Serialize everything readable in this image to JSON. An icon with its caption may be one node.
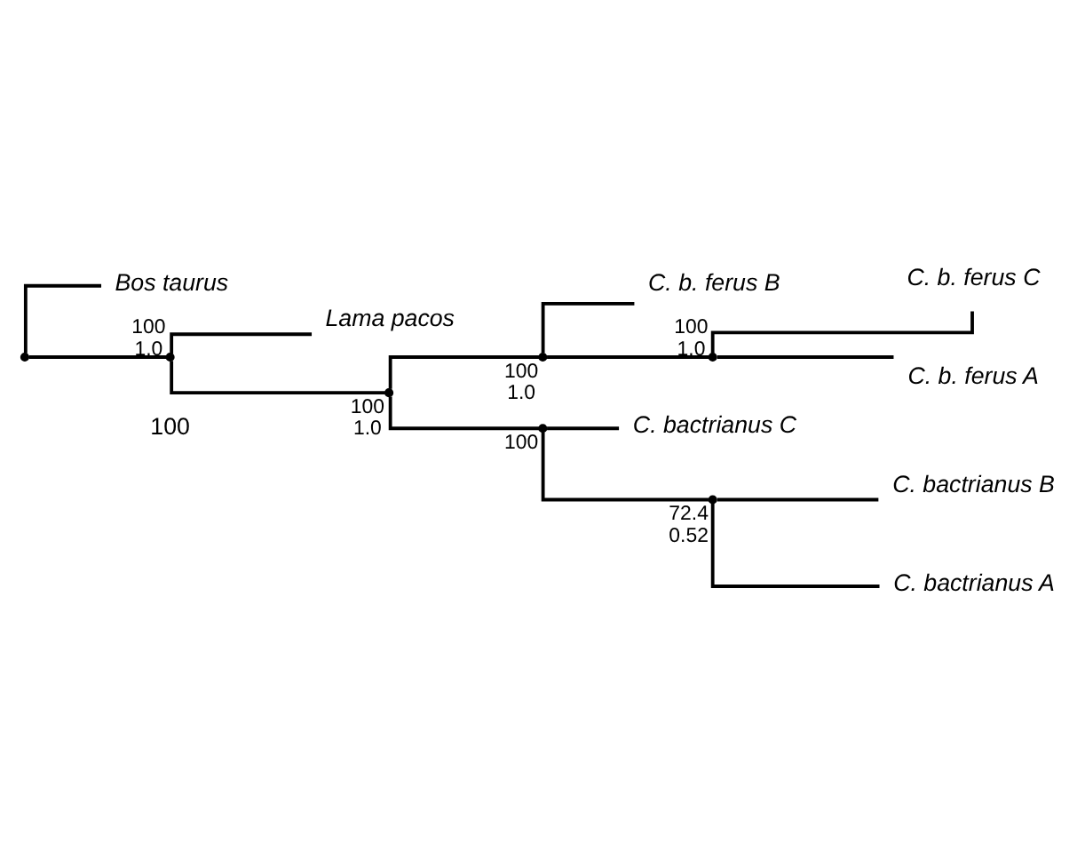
{
  "diagram": {
    "nodes": [
      {
        "text": [],
        "shape": "point"
      },
      {
        "text": [
          "Bos taurus"
        ]
      },
      {
        "text": [],
        "shape": "point",
        "beside": [
          "100",
          "1.0"
        ]
      },
      {
        "text": [
          "Lama pacos"
        ]
      },
      {
        "text": [],
        "shape": "point",
        "beside": [
          "100",
          "1.0"
        ]
      },
      {
        "text": [],
        "shape": "point",
        "beside": [
          "100",
          "1.0"
        ]
      },
      {
        "text": [
          "C. b. ferus B"
        ]
      },
      {
        "text": [],
        "shape": "point",
        "beside": [
          "100",
          "1.0"
        ]
      },
      {
        "text": [
          "C. b. ferus C"
        ]
      },
      {
        "text": [
          "C. b. ferus A"
        ]
      },
      {
        "text": [],
        "shape": "point",
        "beside": [
          "100"
        ]
      },
      {
        "text": [
          "C. bactrianus C"
        ]
      },
      {
        "text": [],
        "shape": "point",
        "beside": [
          "72.4",
          "0.52"
        ]
      },
      {
        "text": [
          "C. bactrianus B"
        ]
      },
      {
        "text": [
          "C. bactrianus A"
        ]
      }
    ],
    "edges": [
      {
        "from": 0,
        "to": 1,
        "arrow": "none"
      },
      {
        "from": 0,
        "to": 2,
        "arrow": "none"
      },
      {
        "from": 2,
        "to": 3,
        "arrow": "none"
      },
      {
        "from": 2,
        "to": 4,
        "arrow": "none"
      },
      {
        "from": 4,
        "to": 5,
        "arrow": "none"
      },
      {
        "from": 5,
        "to": 6,
        "arrow": "none"
      },
      {
        "from": 5,
        "to": 7,
        "arrow": "none"
      },
      {
        "from": 7,
        "to": 8,
        "arrow": "none"
      },
      {
        "from": 7,
        "to": 9,
        "arrow": "none"
      },
      {
        "from": 4,
        "to": 10,
        "arrow": "none"
      },
      {
        "from": 10,
        "to": 11,
        "arrow": "none"
      },
      {
        "from": 10,
        "to": 12,
        "arrow": "none"
      },
      {
        "from": 12,
        "to": 13,
        "arrow": "none"
      },
      {
        "from": 12,
        "to": 14,
        "arrow": "none"
      }
    ],
    "labels": [
      "100"
    ]
  }
}
